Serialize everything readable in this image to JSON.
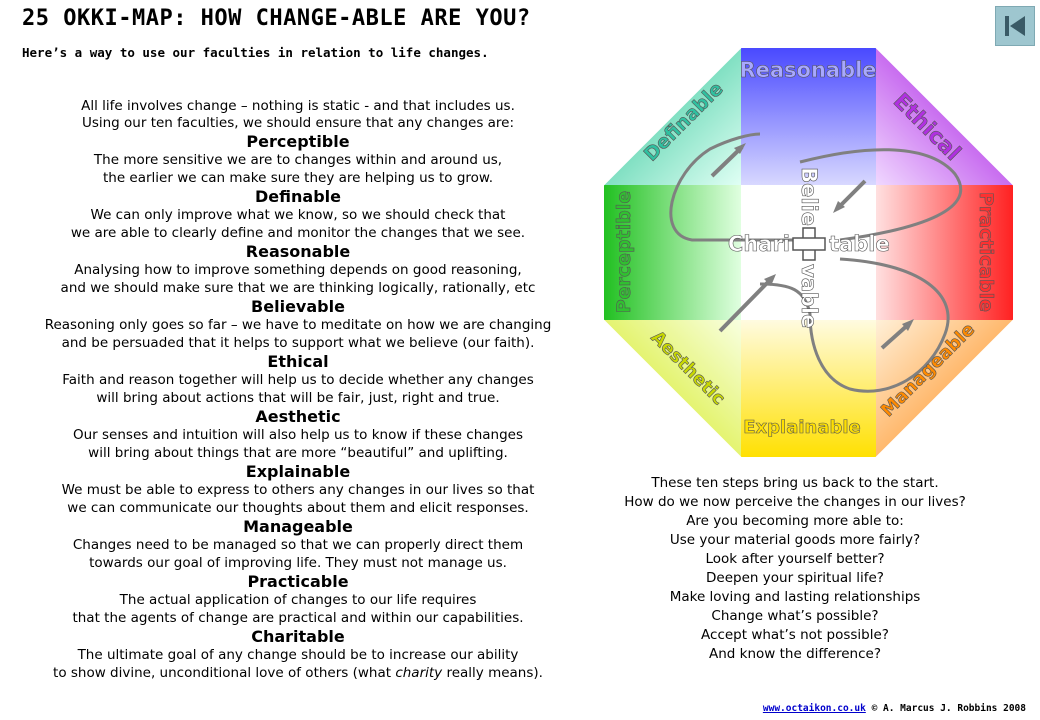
{
  "header": {
    "title": "25 OKKI-MAP: HOW CHANGE-ABLE ARE YOU?",
    "subtitle": "Here’s a way to use our faculties in relation to life changes."
  },
  "intro": [
    "All life involves change – nothing is static - and that includes us.",
    "Using our ten faculties, we should ensure that any changes are:"
  ],
  "sections": [
    {
      "heading": "Perceptible",
      "lines": [
        "The more sensitive we are to changes within and around us,",
        "the earlier we can make sure they are helping us to grow."
      ]
    },
    {
      "heading": "Definable",
      "lines": [
        "We can only improve what we know, so we should check that",
        "we are able to clearly define and monitor the changes that we see."
      ]
    },
    {
      "heading": "Reasonable",
      "lines": [
        "Analysing how to improve something depends on good reasoning,",
        "and we should make sure that we are thinking logically, rationally, etc"
      ]
    },
    {
      "heading": "Believable",
      "lines": [
        "Reasoning only goes so far – we have to meditate on how we are changing",
        "and be persuaded that it helps to support what we believe (our faith)."
      ]
    },
    {
      "heading": "Ethical",
      "lines": [
        "Faith and reason together will help us to decide whether any changes",
        "will bring about actions that will be fair, just, right and true."
      ]
    },
    {
      "heading": "Aesthetic",
      "lines": [
        "Our senses and intuition will also help us to know if these changes",
        "will bring about things that are more “beautiful” and uplifting."
      ]
    },
    {
      "heading": "Explainable",
      "lines": [
        "We must be able to express to others any changes in our lives so that",
        "we can communicate our thoughts about them and elicit responses."
      ]
    },
    {
      "heading": "Manageable",
      "lines": [
        "Changes need to be managed so that we can properly direct them",
        "towards our goal of improving life. They must not manage us."
      ]
    },
    {
      "heading": "Practicable",
      "lines": [
        "The actual application of changes to our life requires",
        "that the agents of change are practical and within our capabilities."
      ]
    },
    {
      "heading": "Charitable",
      "lines": [
        "The ultimate goal of any change should be to increase our ability"
      ],
      "last_pre": "to show divine, unconditional love of others (what ",
      "last_em": "charity",
      "last_post": " really means)."
    }
  ],
  "questions": [
    "These ten steps bring us back to the start.",
    "How do we now perceive the changes in our lives?",
    "Are you becoming more able to:",
    "Use your material goods more fairly?",
    "Look after yourself better?",
    "Deepen your spiritual life?",
    "Make loving and lasting relationships",
    "Change what’s possible?",
    "Accept what’s not possible?",
    "And know the difference?"
  ],
  "diagram": {
    "labels": {
      "reasonable": "Reasonable",
      "ethical": "Ethical",
      "practicable": "Practicable",
      "manageable": "Manageable",
      "explainable": "Explainable",
      "aesthetic": "Aesthetic",
      "perceptible": "Perceptible",
      "definable": "Definable",
      "chari": "Chari",
      "table": "table",
      "belie": "Belie",
      "vable": "vable"
    },
    "colors": {
      "reasonable": "#5a5aff",
      "ethical": "#b020e0",
      "practicable": "#ff3030",
      "manageable": "#ff8a00",
      "explainable": "#ffe000",
      "aesthetic": "#c8e000",
      "perceptible": "#30c030",
      "definable": "#30c0a0"
    }
  },
  "footer": {
    "link": "www.octaikon.co.uk",
    "copyright": "© A. Marcus J. Robbins 2008"
  },
  "nav": {
    "back_icon": "back-to-start-icon"
  }
}
